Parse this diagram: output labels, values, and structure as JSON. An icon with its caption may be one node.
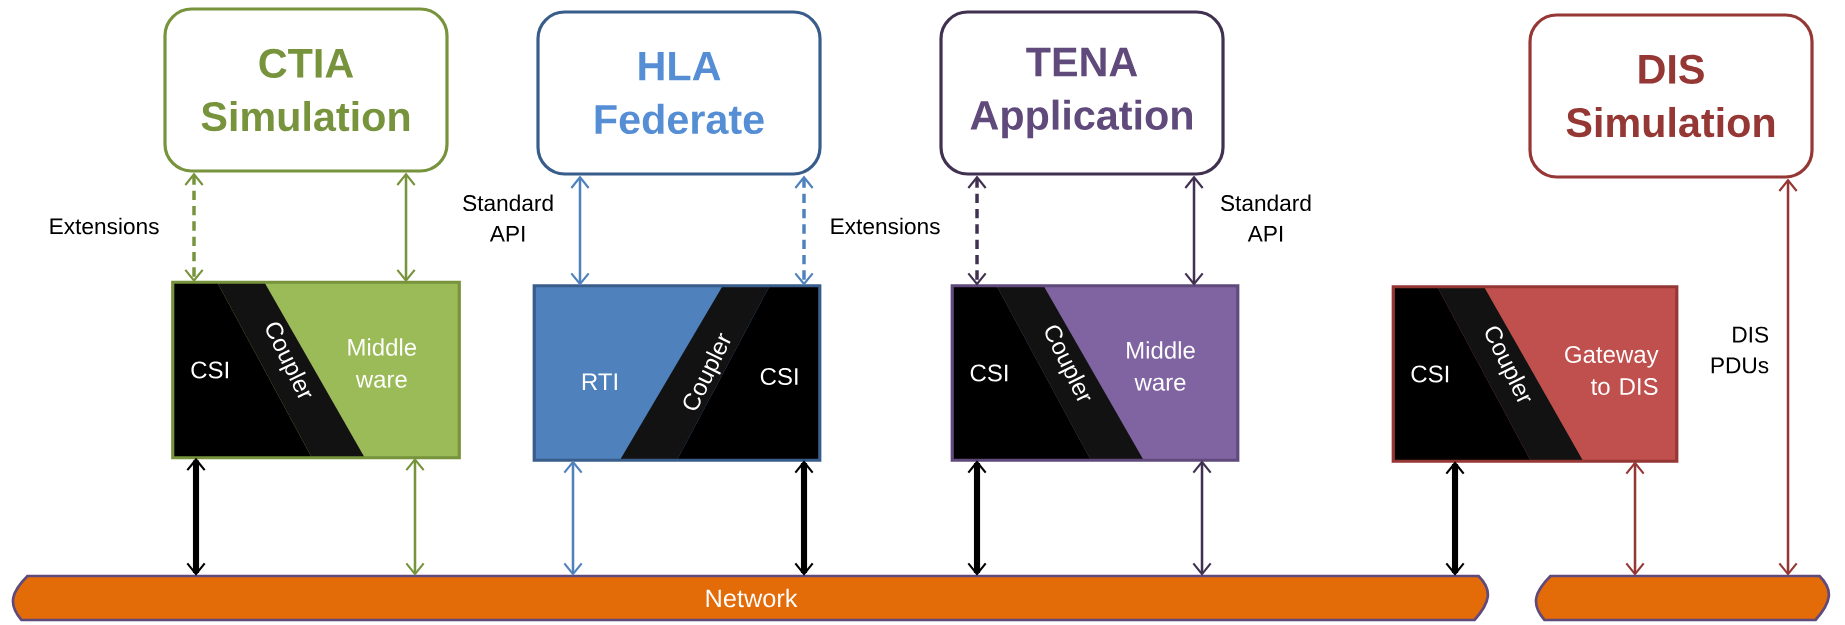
{
  "diagram": {
    "nodes": [
      {
        "text": [
          "CTIA Simulation"
        ]
      },
      {
        "text": [
          "HLA Federate"
        ]
      },
      {
        "text": [
          "TENA Application"
        ]
      },
      {
        "text": [
          "DIS Simulation"
        ]
      },
      {
        "text": [
          "CSI",
          "Coupler",
          "Middle ware"
        ]
      },
      {
        "text": [
          "RTI",
          "Coupler",
          "CSI"
        ]
      },
      {
        "text": [
          "CSI",
          "Coupler",
          "Middle ware"
        ]
      },
      {
        "text": [
          "CSI",
          "Coupler",
          "Gateway to DIS"
        ]
      },
      {
        "text": [
          "Network"
        ]
      },
      {
        "text": [],
        "shape": "bar"
      }
    ],
    "edges": [
      {
        "from": 0,
        "to": 4,
        "arrow": "both",
        "style": "dashed",
        "color": "#77933c",
        "label": "Extensions"
      },
      {
        "from": 0,
        "to": 4,
        "arrow": "both",
        "color": "#77933c"
      },
      {
        "from": 1,
        "to": 5,
        "arrow": "both",
        "color": "#4f81bd",
        "label": "Standard API"
      },
      {
        "from": 1,
        "to": 5,
        "arrow": "both",
        "style": "dashed",
        "color": "#4f81bd"
      },
      {
        "from": 2,
        "to": 6,
        "arrow": "both",
        "style": "dashed",
        "color": "#403151",
        "label": "Extensions"
      },
      {
        "from": 2,
        "to": 6,
        "arrow": "both",
        "color": "#403151",
        "label": "Standard API"
      },
      {
        "from": 3,
        "to": 9,
        "arrow": "both",
        "color": "#953735",
        "label": "DIS PDUs"
      },
      {
        "from": 4,
        "to": 8,
        "arrow": "both",
        "style": "thick"
      },
      {
        "from": 4,
        "to": 8,
        "arrow": "both",
        "color": "#77933c"
      },
      {
        "from": 5,
        "to": 8,
        "arrow": "both",
        "color": "#4f81bd"
      },
      {
        "from": 5,
        "to": 8,
        "arrow": "both",
        "style": "thick"
      },
      {
        "from": 6,
        "to": 8,
        "arrow": "both",
        "style": "thick"
      },
      {
        "from": 6,
        "to": 8,
        "arrow": "both",
        "color": "#403151"
      },
      {
        "from": 7,
        "to": 8,
        "arrow": "both",
        "style": "thick"
      },
      {
        "from": 7,
        "to": 9,
        "arrow": "both",
        "color": "#953735"
      }
    ]
  }
}
